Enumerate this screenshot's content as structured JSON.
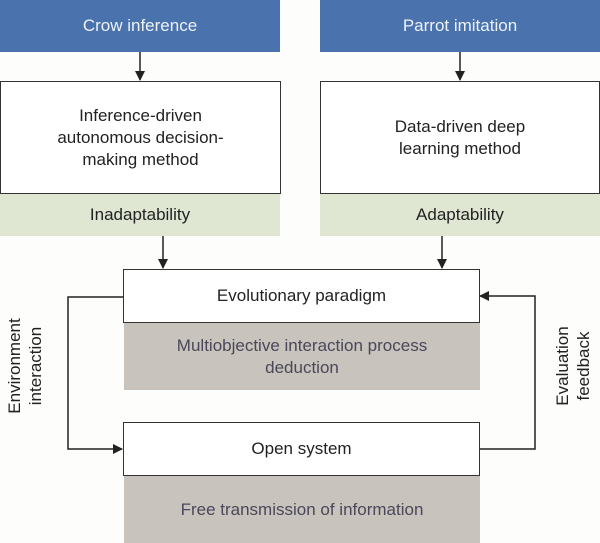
{
  "left_column": {
    "header": "Crow inference",
    "method": "Inference-driven autonomous decision-making method",
    "property": "Inadaptability"
  },
  "right_column": {
    "header": "Parrot imitation",
    "method": "Data-driven deep learning method",
    "property": "Adaptability"
  },
  "evolutionary": {
    "title": "Evolutionary paradigm",
    "subtitle": "Multiobjective interaction process deduction"
  },
  "open_system": {
    "title": "Open system",
    "subtitle": "Free transmission of information"
  },
  "side_labels": {
    "left_line1": "Environment",
    "left_line2": "interaction",
    "right_line1": "Evaluation",
    "right_line2": "feedback"
  },
  "colors": {
    "header_blue": "#4a72ad",
    "property_green": "#dfe6d2",
    "subtitle_grey": "#c8c3bd"
  }
}
